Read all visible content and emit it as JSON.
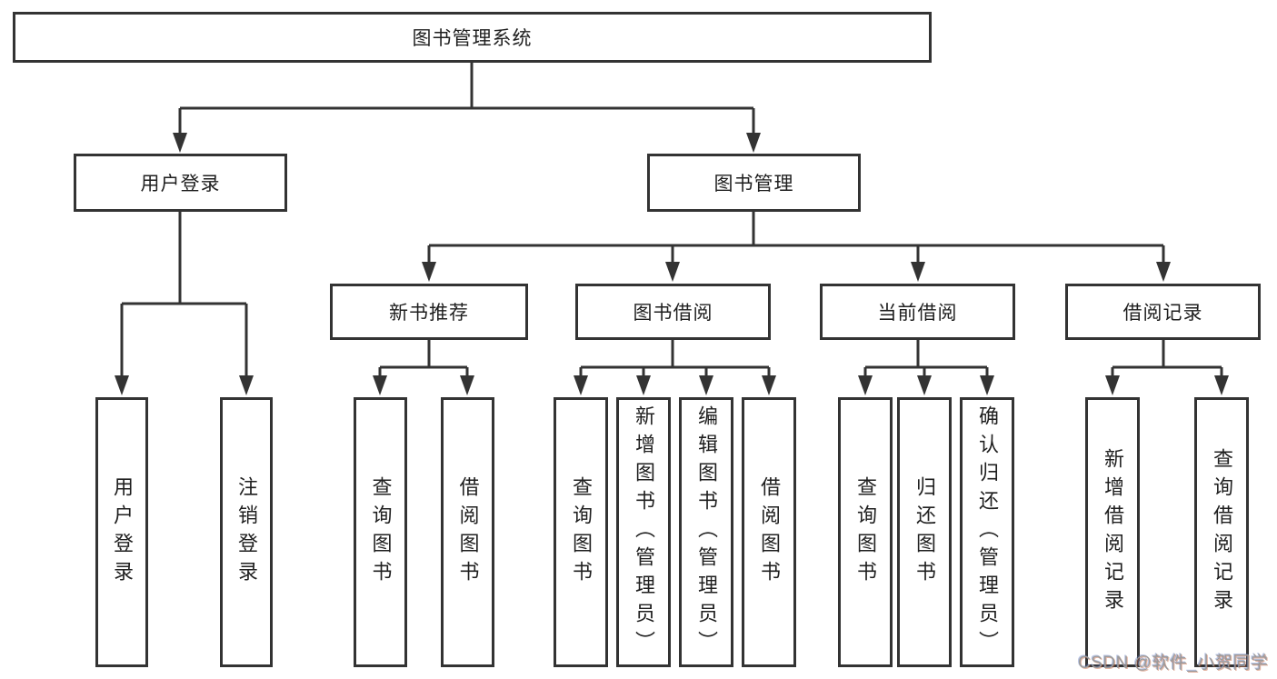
{
  "tree": {
    "root": {
      "label": "图书管理系统"
    },
    "user": {
      "label": "用户登录",
      "children": [
        "用户登录",
        "注销登录"
      ]
    },
    "mgmt": {
      "label": "图书管理",
      "groups": {
        "recommend": {
          "label": "新书推荐",
          "children": [
            "查询图书",
            "借阅图书"
          ]
        },
        "borrow": {
          "label": "图书借阅",
          "children": [
            "查询图书",
            "新增图书（管理员）",
            "编辑图书（管理员）",
            "借阅图书"
          ]
        },
        "current": {
          "label": "当前借阅",
          "children": [
            "查询图书",
            "归还图书",
            "确认归还（管理员）"
          ]
        },
        "records": {
          "label": "借阅记录",
          "children": [
            "新增借阅记录",
            "查询借阅记录"
          ]
        }
      }
    }
  },
  "watermark": {
    "text": "CSDN @软件_小贺同学"
  },
  "colors": {
    "line": "#333333",
    "box_border": "#333333",
    "box_fill": "#ffffff",
    "text": "#1f1f1f",
    "watermark": "#9b9b9b"
  }
}
